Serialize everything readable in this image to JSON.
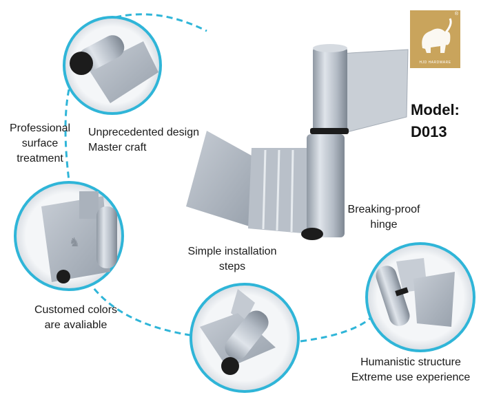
{
  "brand": {
    "logo_text": "HJD HARDWARE",
    "registered_mark": "®",
    "color": "#c9a45c"
  },
  "model": {
    "line1": "Model:",
    "line2": "D013"
  },
  "features": {
    "professional_surface": [
      "Professional",
      "surface",
      "treatment"
    ],
    "design": [
      "Unprecedented design",
      "Master craft"
    ],
    "breaking_proof": [
      "Breaking-proof",
      "hinge"
    ],
    "installation": [
      "Simple installation",
      "steps"
    ],
    "colors": [
      "Customed colors",
      "are avaliable"
    ],
    "structure": [
      "Humanistic structure",
      "Extreme use experience"
    ]
  },
  "colors": {
    "dash": "#2fb5d8",
    "metal": "#b4bcc6",
    "dark_cap": "#1c1c1c"
  }
}
